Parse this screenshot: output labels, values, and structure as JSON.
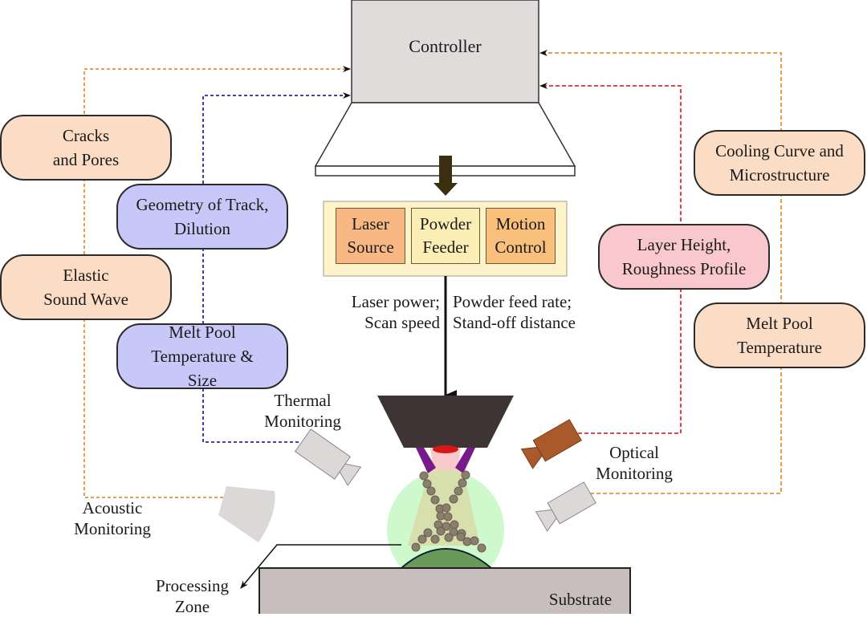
{
  "controller": {
    "label": "Controller"
  },
  "modules": [
    {
      "label": "Laser\nSource",
      "color": "#f8b884"
    },
    {
      "label": "Powder\nFeeder",
      "color": "#fbeeb4"
    },
    {
      "label": "Motion\nControl",
      "color": "#f8c07c"
    }
  ],
  "parameters": {
    "left": "Laser power;\nScan speed",
    "right": "Powder feed rate;\nStand-off distance"
  },
  "left_boxes": [
    {
      "label": "Cracks\nand Pores",
      "group": "acoustic"
    },
    {
      "label": "Geometry of Track,\nDilution",
      "group": "thermal"
    },
    {
      "label": "Elastic\nSound Wave",
      "group": "acoustic"
    },
    {
      "label": "Melt Pool\nTemperature &\nSize",
      "group": "thermal"
    }
  ],
  "right_boxes": [
    {
      "label": "Cooling Curve and\nMicrostructure",
      "group": "optical-orange"
    },
    {
      "label": "Layer Height,\nRoughness Profile",
      "group": "optical-red"
    },
    {
      "label": "Melt Pool\nTemperature",
      "group": "optical-orange"
    }
  ],
  "monitoring_labels": {
    "thermal": "Thermal\nMonitoring",
    "optical": "Optical\nMonitoring",
    "acoustic": "Acoustic\nMonitoring",
    "processing_zone": "Processing\nZone",
    "substrate": "Substrate"
  },
  "colors": {
    "acoustic_line": "#e8903a",
    "thermal_line": "#2a2aa0",
    "optical_red_line": "#d0303a",
    "optical_orange_line": "#e8903a",
    "nozzle": "#3e3434",
    "powder_nozzle": "#7a1a8a",
    "melt_pool": "#6a9a5a",
    "process_glow": "#c8f8c8",
    "substrate": "#c8bebe",
    "optical_camera": "#a85a2a",
    "camera_gray": "#dcd8d8"
  }
}
